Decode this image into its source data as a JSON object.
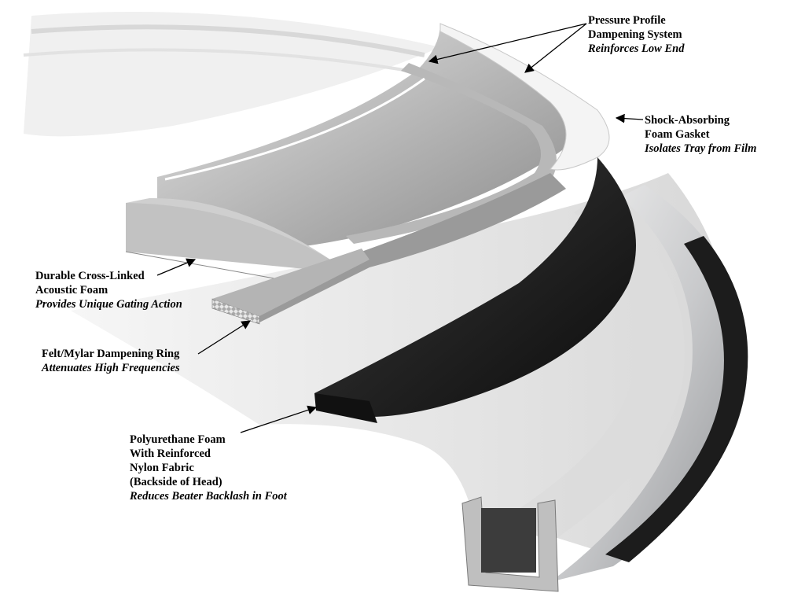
{
  "labels": {
    "pressure_profile": {
      "lines": [
        "Pressure Profile",
        "Dampening System"
      ],
      "italic": "Reinforces Low End"
    },
    "shock_absorbing": {
      "lines": [
        "Shock-Absorbing",
        "Foam Gasket"
      ],
      "italic": "Isolates Tray from Film"
    },
    "cross_linked": {
      "lines": [
        "Durable Cross-Linked",
        "Acoustic Foam"
      ],
      "italic": "Provides Unique Gating Action"
    },
    "felt_mylar": {
      "lines": [
        "Felt/Mylar Dampening Ring"
      ],
      "italic": "Attenuates High Frequencies"
    },
    "polyurethane": {
      "lines": [
        "Polyurethane Foam",
        "With Reinforced",
        "Nylon Fabric",
        "(Backside of Head)"
      ],
      "italic": "Reduces Beater Backlash in Foot"
    }
  },
  "colors": {
    "background": "#ffffff",
    "text": "#000000",
    "foam_dark": "#1e1e1e",
    "hoop_gray": "#b4b6b8"
  }
}
